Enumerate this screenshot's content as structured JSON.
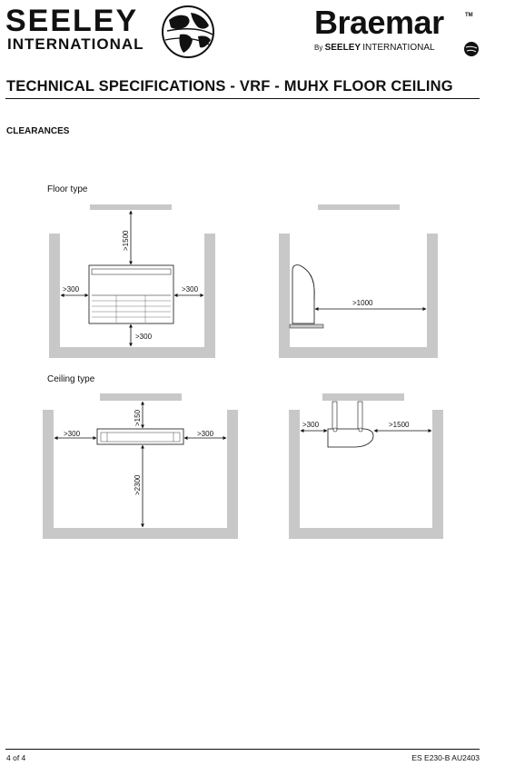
{
  "header": {
    "seeley_line1": "SEELEY",
    "seeley_line2": "INTERNATIONAL",
    "braemar": "Braemar",
    "braemar_tm": "TM",
    "by_prefix": "By",
    "by_brand": "SEELEY",
    "by_suffix": "INTERNATIONAL"
  },
  "title": "TECHNICAL SPECIFICATIONS - VRF - MUHX FLOOR CEILING",
  "section": "CLEARANCES",
  "diagrams": {
    "floor_label": "Floor type",
    "ceiling_label": "Ceiling type",
    "floor_front": {
      "top": ">1500",
      "left": ">300",
      "right": ">300",
      "bottom": ">300"
    },
    "floor_side": {
      "front": ">1000"
    },
    "ceiling_front": {
      "top": ">150",
      "left": ">300",
      "right": ">300",
      "bottom": ">2300"
    },
    "ceiling_side": {
      "rear": ">300",
      "front": ">1500"
    }
  },
  "footer": {
    "page": "4 of 4",
    "code": "ES E230-B AU2403"
  },
  "colors": {
    "wall": "#c8c8c8",
    "line": "#111111"
  }
}
